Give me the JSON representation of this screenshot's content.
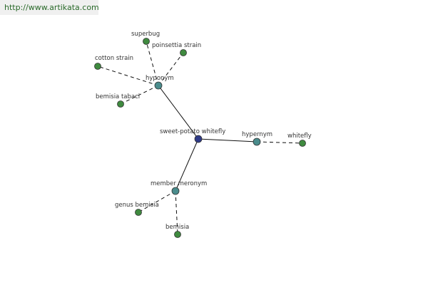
{
  "watermark": {
    "text": "http://www.artikata.com"
  },
  "colors": {
    "center": "#2e3a87",
    "relation": "#4a8c8c",
    "leaf": "#3f8a3f",
    "edge": "#111111"
  },
  "graph": {
    "nodes": [
      {
        "id": "center",
        "label": "sweet-potato whitefly",
        "kind": "center"
      },
      {
        "id": "hyponym",
        "label": "hyponym",
        "kind": "relation"
      },
      {
        "id": "hypernym",
        "label": "hypernym",
        "kind": "relation"
      },
      {
        "id": "member-meronym",
        "label": "member meronym",
        "kind": "relation"
      },
      {
        "id": "superbug",
        "label": "superbug",
        "kind": "leaf"
      },
      {
        "id": "poinsettia-strain",
        "label": "poinsettia strain",
        "kind": "leaf"
      },
      {
        "id": "cotton-strain",
        "label": "cotton strain",
        "kind": "leaf"
      },
      {
        "id": "bemisia-tabaci",
        "label": "bemisia tabaci",
        "kind": "leaf"
      },
      {
        "id": "whitefly",
        "label": "whitefly",
        "kind": "leaf"
      },
      {
        "id": "genus-bemisia",
        "label": "genus bemisia",
        "kind": "leaf"
      },
      {
        "id": "bemisia",
        "label": "bemisia",
        "kind": "leaf"
      }
    ],
    "edges": [
      {
        "from": "center",
        "to": "hyponym",
        "style": "solid"
      },
      {
        "from": "center",
        "to": "hypernym",
        "style": "solid"
      },
      {
        "from": "center",
        "to": "member-meronym",
        "style": "solid"
      },
      {
        "from": "hyponym",
        "to": "superbug",
        "style": "dashed"
      },
      {
        "from": "hyponym",
        "to": "poinsettia-strain",
        "style": "dashed"
      },
      {
        "from": "hyponym",
        "to": "cotton-strain",
        "style": "dashed"
      },
      {
        "from": "hyponym",
        "to": "bemisia-tabaci",
        "style": "dashed"
      },
      {
        "from": "hypernym",
        "to": "whitefly",
        "style": "dashed"
      },
      {
        "from": "member-meronym",
        "to": "genus-bemisia",
        "style": "dashed"
      },
      {
        "from": "member-meronym",
        "to": "bemisia",
        "style": "dashed"
      }
    ]
  }
}
